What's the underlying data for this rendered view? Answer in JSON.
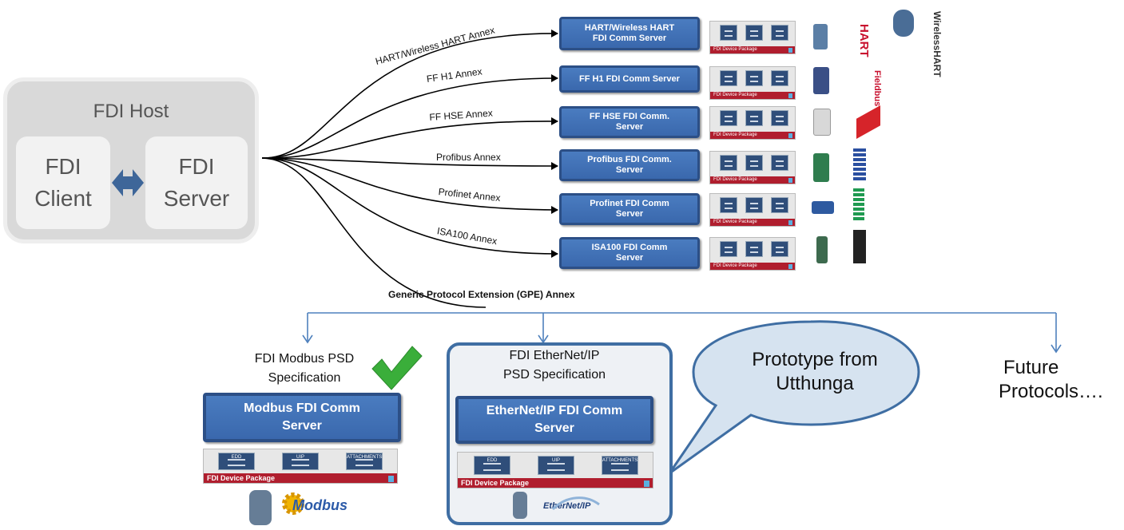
{
  "host": {
    "title": "FDI Host",
    "client": [
      "FDI",
      "Client"
    ],
    "server": [
      "FDI",
      "Server"
    ]
  },
  "annexes": [
    "HART/Wireless HART  Annex",
    "FF H1  Annex",
    "FF HSE Annex",
    "Profibus Annex",
    "Profinet Annex",
    "ISA100 Annex"
  ],
  "servers": [
    [
      "HART/Wireless HART",
      "FDI Comm Server"
    ],
    [
      "FF H1 FDI Comm Server"
    ],
    [
      "FF HSE FDI Comm.",
      "Server"
    ],
    [
      "Profibus FDI Comm.",
      "Server"
    ],
    [
      "Profinet FDI Comm",
      "Server"
    ],
    [
      "ISA100 FDI Comm",
      "Server"
    ]
  ],
  "package": {
    "band": "FDI Device Package",
    "labels": [
      "EDD",
      "UIP",
      "ATTACHMENTS"
    ]
  },
  "gpe": {
    "label": "Generic Protocol Extension (GPE) Annex"
  },
  "modbus": {
    "spec": [
      "FDI Modbus PSD",
      "Specification"
    ],
    "server": [
      "Modbus FDI Comm",
      "Server"
    ],
    "logo": "Modbus"
  },
  "ethernetip": {
    "spec": [
      "FDI EtherNet/IP",
      "PSD Specification"
    ],
    "server": [
      "EtherNet/IP FDI Comm",
      "Server"
    ],
    "logo": "EtherNet/IP"
  },
  "bubble": {
    "text": [
      "Prototype from",
      "Utthunga"
    ]
  },
  "future": {
    "text": [
      "Future",
      "Protocols…."
    ]
  },
  "protocol_logos": [
    "HART",
    "WirelessHART",
    "Fieldbus"
  ],
  "colors": {
    "server_blue": "#3a68ad",
    "package_red": "#b01e2e",
    "arrow_blue": "#4f81bd",
    "check_green": "#3aae3a"
  }
}
